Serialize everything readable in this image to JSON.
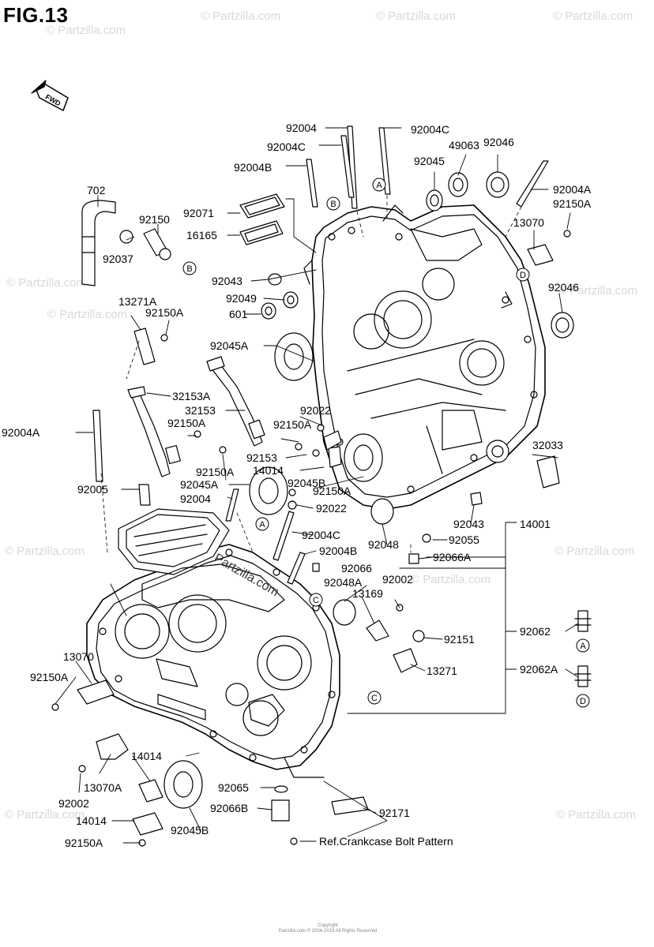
{
  "figure": {
    "title": "FIG.13",
    "fwd_arrow_text": "FWD"
  },
  "watermark": "© Partzilla.com",
  "diagram_watermark": "Partzilla.com",
  "footer": {
    "line1": "Copyright",
    "line2": "Partzilla.com © 2004-2019 All Rights Reserved"
  },
  "parts": [
    {
      "id": "p1",
      "text": "702"
    },
    {
      "id": "p2",
      "text": "92150"
    },
    {
      "id": "p3",
      "text": "92037"
    },
    {
      "id": "p4",
      "text": "92004"
    },
    {
      "id": "p5",
      "text": "92004C"
    },
    {
      "id": "p6",
      "text": "92004C"
    },
    {
      "id": "p7",
      "text": "49063"
    },
    {
      "id": "p8",
      "text": "92046"
    },
    {
      "id": "p9",
      "text": "92045"
    },
    {
      "id": "p10",
      "text": "92004B"
    },
    {
      "id": "p11",
      "text": "92071"
    },
    {
      "id": "p12",
      "text": "92004A"
    },
    {
      "id": "p13",
      "text": "92150A"
    },
    {
      "id": "p14",
      "text": "16165"
    },
    {
      "id": "p15",
      "text": "13070"
    },
    {
      "id": "p16",
      "text": "92043"
    },
    {
      "id": "p17",
      "text": "92049"
    },
    {
      "id": "p18",
      "text": "601"
    },
    {
      "id": "p19",
      "text": "13271A"
    },
    {
      "id": "p20",
      "text": "92150A"
    },
    {
      "id": "p21",
      "text": "92046"
    },
    {
      "id": "p22",
      "text": "92045A"
    },
    {
      "id": "p23",
      "text": "32153A"
    },
    {
      "id": "p24",
      "text": "32153"
    },
    {
      "id": "p25",
      "text": "92022"
    },
    {
      "id": "p26",
      "text": "92150A"
    },
    {
      "id": "p27",
      "text": "92150A"
    },
    {
      "id": "p28",
      "text": "92004A"
    },
    {
      "id": "p29",
      "text": "32033"
    },
    {
      "id": "p30",
      "text": "92153"
    },
    {
      "id": "p31",
      "text": "92150A"
    },
    {
      "id": "p32",
      "text": "14014"
    },
    {
      "id": "p33",
      "text": "92045A"
    },
    {
      "id": "p34",
      "text": "92045B"
    },
    {
      "id": "p35",
      "text": "92005"
    },
    {
      "id": "p36",
      "text": "92150A"
    },
    {
      "id": "p37",
      "text": "92004"
    },
    {
      "id": "p38",
      "text": "92022"
    },
    {
      "id": "p39",
      "text": "92043"
    },
    {
      "id": "p40",
      "text": "14001"
    },
    {
      "id": "p41",
      "text": "92004C"
    },
    {
      "id": "p42",
      "text": "92048"
    },
    {
      "id": "p43",
      "text": "92055"
    },
    {
      "id": "p44",
      "text": "92004B"
    },
    {
      "id": "p45",
      "text": "92066A"
    },
    {
      "id": "p46",
      "text": "92066"
    },
    {
      "id": "p47",
      "text": "92048A"
    },
    {
      "id": "p48",
      "text": "92002"
    },
    {
      "id": "p49",
      "text": "13169"
    },
    {
      "id": "p50",
      "text": "92062"
    },
    {
      "id": "p51",
      "text": "92151"
    },
    {
      "id": "p52",
      "text": "13070"
    },
    {
      "id": "p53",
      "text": "13271"
    },
    {
      "id": "p54",
      "text": "92062A"
    },
    {
      "id": "p55",
      "text": "92150A"
    },
    {
      "id": "p56",
      "text": "14014"
    },
    {
      "id": "p57",
      "text": "92065"
    },
    {
      "id": "p58",
      "text": "13070A"
    },
    {
      "id": "p59",
      "text": "92002"
    },
    {
      "id": "p60",
      "text": "92171"
    },
    {
      "id": "p61",
      "text": "92066B"
    },
    {
      "id": "p62",
      "text": "14014"
    },
    {
      "id": "p63",
      "text": "92045B"
    },
    {
      "id": "p64",
      "text": "92150A"
    },
    {
      "id": "p65",
      "text": "Ref.Crankcase Bolt Pattern"
    }
  ],
  "callouts": [
    {
      "id": "c1",
      "text": "B"
    },
    {
      "id": "c2",
      "text": "A"
    },
    {
      "id": "c3",
      "text": "B"
    },
    {
      "id": "c4",
      "text": "D"
    },
    {
      "id": "c5",
      "text": "A"
    },
    {
      "id": "c6",
      "text": "C"
    },
    {
      "id": "c7",
      "text": "A"
    },
    {
      "id": "c8",
      "text": "C"
    },
    {
      "id": "c9",
      "text": "D"
    }
  ]
}
